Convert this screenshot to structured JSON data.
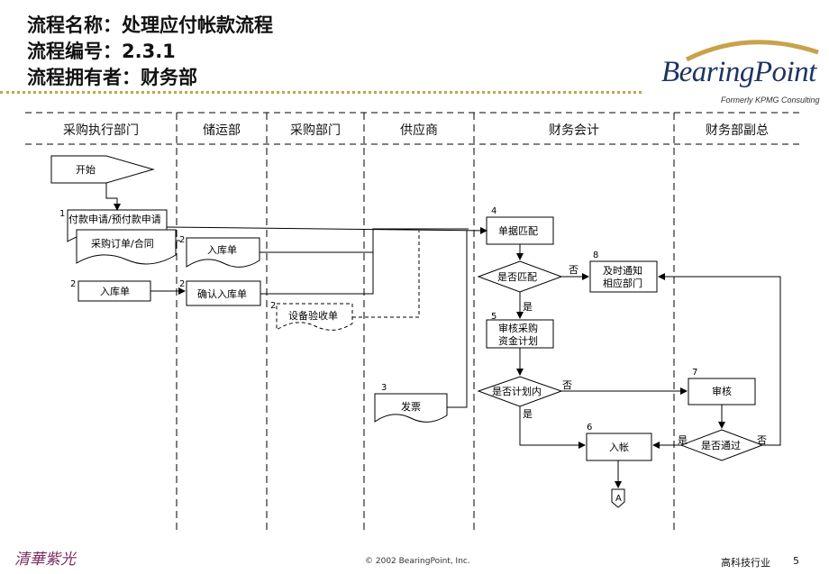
{
  "header": {
    "line1": "流程名称：处理应付帐款流程",
    "line2": "流程编号：2.3.1",
    "line3": "流程拥有者：财务部"
  },
  "logo": {
    "name": "BearingPoint",
    "tagline": "Formerly KPMG Consulting"
  },
  "lanes": [
    "采购执行部门",
    "储运部",
    "采购部门",
    "供应商",
    "财务会计",
    "财务部副总"
  ],
  "nodes": {
    "start": "开始",
    "payment_request": "付款申请/预付款申请",
    "purchase_order": "采购订单/合同",
    "receipt_storage": "入库单",
    "receipt_purchase": "入库单",
    "confirm_receipt": "确认入库单",
    "equipment_check": "设备验收单",
    "invoice": "发票",
    "doc_match": "单据匹配",
    "is_match": "是否匹配",
    "notify": "及时通知\n相应部门",
    "review_plan": "审核采购\n资金计划",
    "in_plan": "是否计划内",
    "audit": "审核",
    "pass": "是否通过",
    "posting": "入帐",
    "connector": "A"
  },
  "step_numbers": {
    "payment_request": "1",
    "receipt_storage": "2",
    "receipt_purchase": "2",
    "confirm_receipt": "2",
    "equipment_check": "2",
    "invoice": "3",
    "doc_match": "4",
    "review_plan": "5",
    "posting": "6",
    "audit": "7",
    "notify": "8"
  },
  "edge_labels": {
    "no": "否",
    "yes": "是"
  },
  "footer": {
    "copyright": "© 2002 BearingPoint, Inc.",
    "sector": "高科技行业",
    "page": "5",
    "org_logo": "清華紫光"
  }
}
